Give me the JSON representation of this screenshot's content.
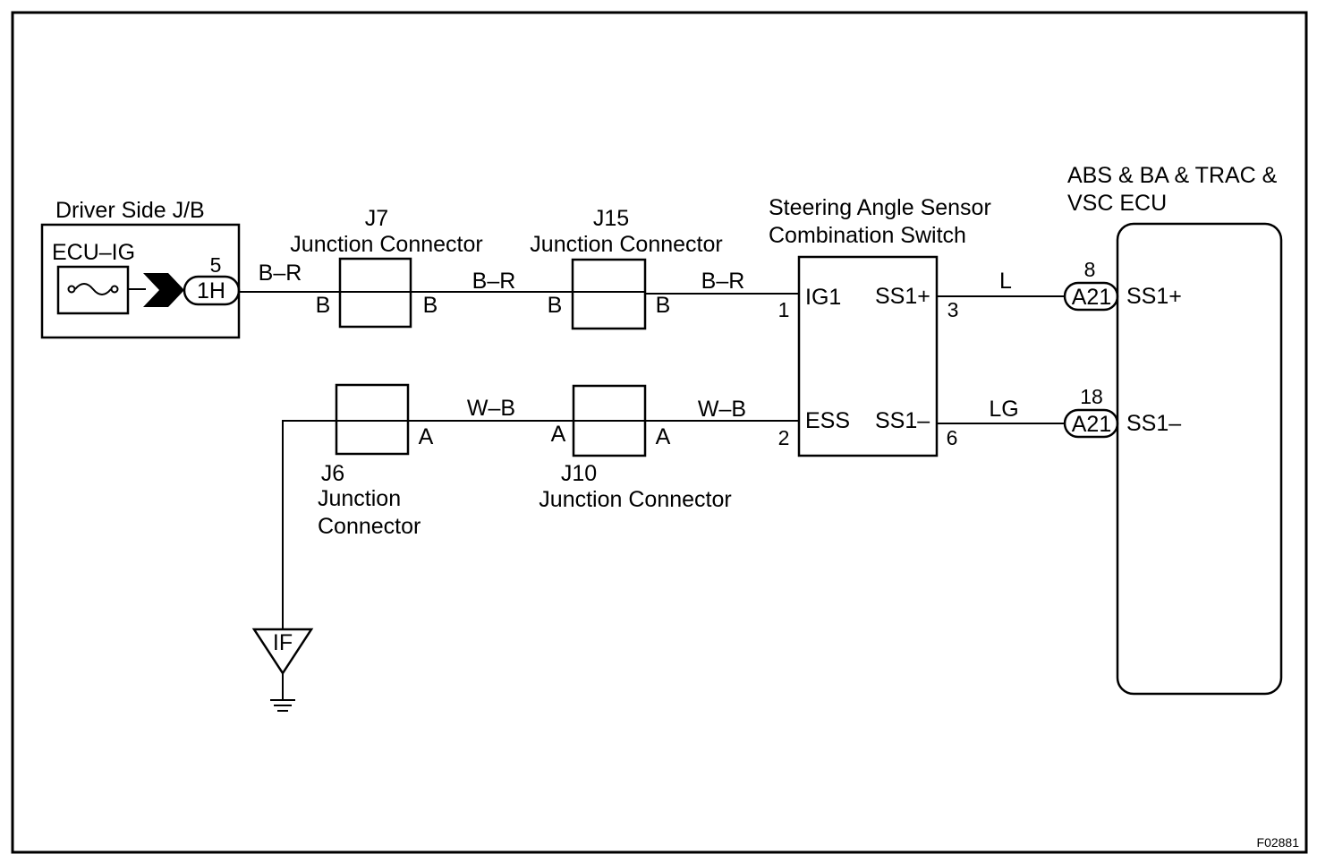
{
  "figure_id": "F02881",
  "driver_jb": {
    "title": "Driver Side J/B",
    "fuse_label": "ECU–IG",
    "connector": "1H",
    "pin": "5"
  },
  "j7": {
    "id": "J7",
    "name": "Junction Connector",
    "left_pin": "B",
    "right_pin": "B"
  },
  "j15": {
    "id": "J15",
    "name": "Junction Connector",
    "left_pin": "B",
    "right_pin": "B"
  },
  "j6": {
    "id": "J6",
    "name_line1": "Junction",
    "name_line2": "Connector",
    "pin": "A"
  },
  "j10": {
    "id": "J10",
    "name": "Junction Connector",
    "left_pin": "A",
    "right_pin": "A"
  },
  "sensor": {
    "title_line1": "Steering Angle Sensor",
    "title_line2": "Combination Switch",
    "terminals": {
      "ig1": "IG1",
      "ess": "ESS",
      "ss1_plus": "SS1+",
      "ss1_minus": "SS1–"
    },
    "pins": {
      "ig1": "1",
      "ess": "2",
      "ss1_plus": "3",
      "ss1_minus": "6"
    }
  },
  "ecu": {
    "title_line1": "ABS & BA & TRAC &",
    "title_line2": "VSC ECU",
    "connector": "A21",
    "ss1_plus_pin": "8",
    "ss1_minus_pin": "18",
    "ss1_plus_label": "SS1+",
    "ss1_minus_label": "SS1–"
  },
  "wires": {
    "w1": "B–R",
    "w2": "B–R",
    "w3": "B–R",
    "w4": "L",
    "w5": "W–B",
    "w6": "W–B",
    "w7": "LG"
  },
  "ground": {
    "label": "IF"
  }
}
